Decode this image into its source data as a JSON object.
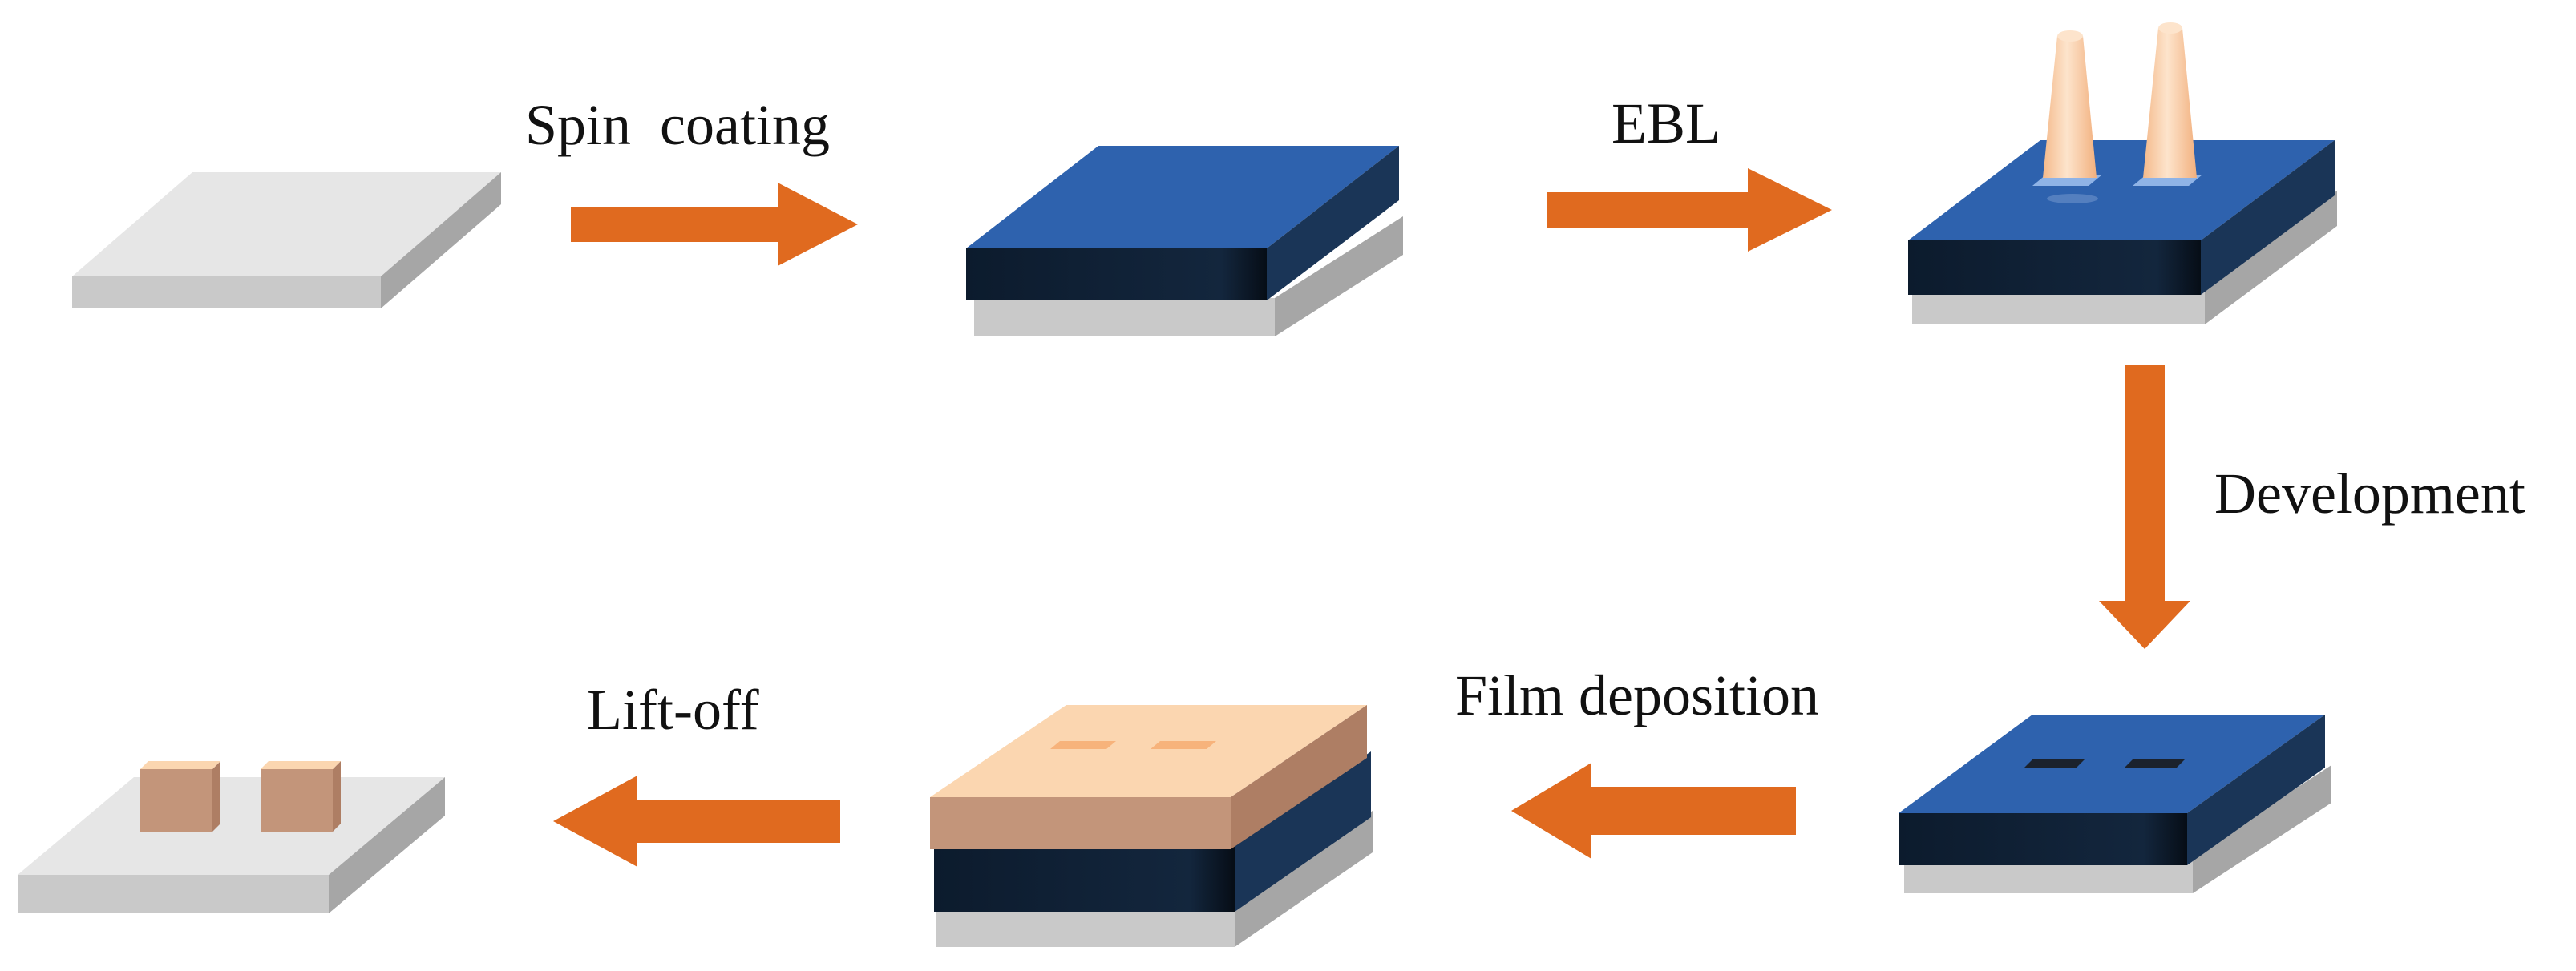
{
  "colors": {
    "substrate_top": "#e6e6e6",
    "substrate_front": "#c9c9c9",
    "substrate_side": "#a6a6a6",
    "resist_top": "#2e62ae",
    "resist_front": "#0e1f33",
    "resist_side": "#1a3557",
    "metal_top": "#fbd6b0",
    "metal_front": "#c3957a",
    "metal_side": "#ae7e64",
    "arrow": "#e06a1f",
    "beam": "#f7c79b"
  },
  "steps": [
    {
      "id": "substrate",
      "label": ""
    },
    {
      "id": "resist-coated",
      "label": ""
    },
    {
      "id": "exposed",
      "label": ""
    },
    {
      "id": "developed",
      "label": ""
    },
    {
      "id": "film-deposited",
      "label": ""
    },
    {
      "id": "final-pattern",
      "label": ""
    }
  ],
  "arrows": [
    {
      "id": "spin-coating",
      "label": "Spin  coating",
      "direction": "right"
    },
    {
      "id": "ebl",
      "label": "EBL",
      "direction": "right"
    },
    {
      "id": "development",
      "label": "Development",
      "direction": "down"
    },
    {
      "id": "film-deposition",
      "label": "Film deposition",
      "direction": "left"
    },
    {
      "id": "lift-off",
      "label": "Lift-off",
      "direction": "left"
    }
  ]
}
